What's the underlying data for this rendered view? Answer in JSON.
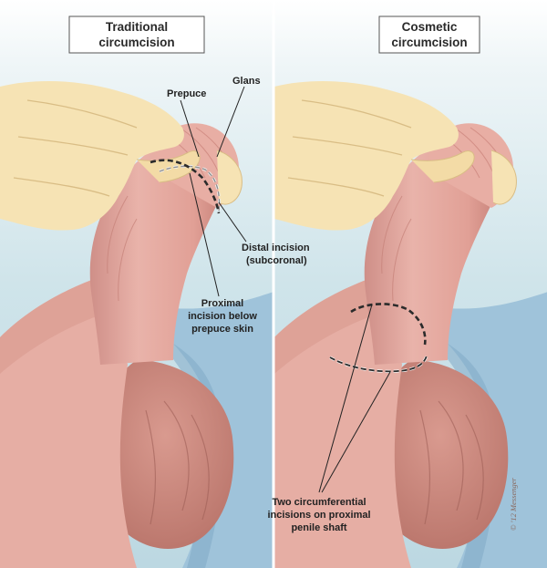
{
  "panels": [
    {
      "title_line1": "Traditional",
      "title_line2": "circumcision"
    },
    {
      "title_line1": "Cosmetic",
      "title_line2": "circumcision"
    }
  ],
  "labels": {
    "prepuce": "Prepuce",
    "glans": "Glans",
    "distal_line1": "Distal incision",
    "distal_line2": "(subcoronal)",
    "proximal_line1": "Proximal",
    "proximal_line2": "incision below",
    "proximal_line3": "prepuce skin",
    "two_line1": "Two circumferential",
    "two_line2": "incisions on proximal",
    "two_line3": "penile shaft"
  },
  "signature": "© '12 Messenger",
  "colors": {
    "background": "#cfe4ea",
    "drape": "#9fc3da",
    "skin": "#e3a69c",
    "skin_shadow": "#c98078",
    "hand": "#f6e3b4",
    "incision": "#2b2b2b",
    "incision_light": "#f3f3f3"
  }
}
